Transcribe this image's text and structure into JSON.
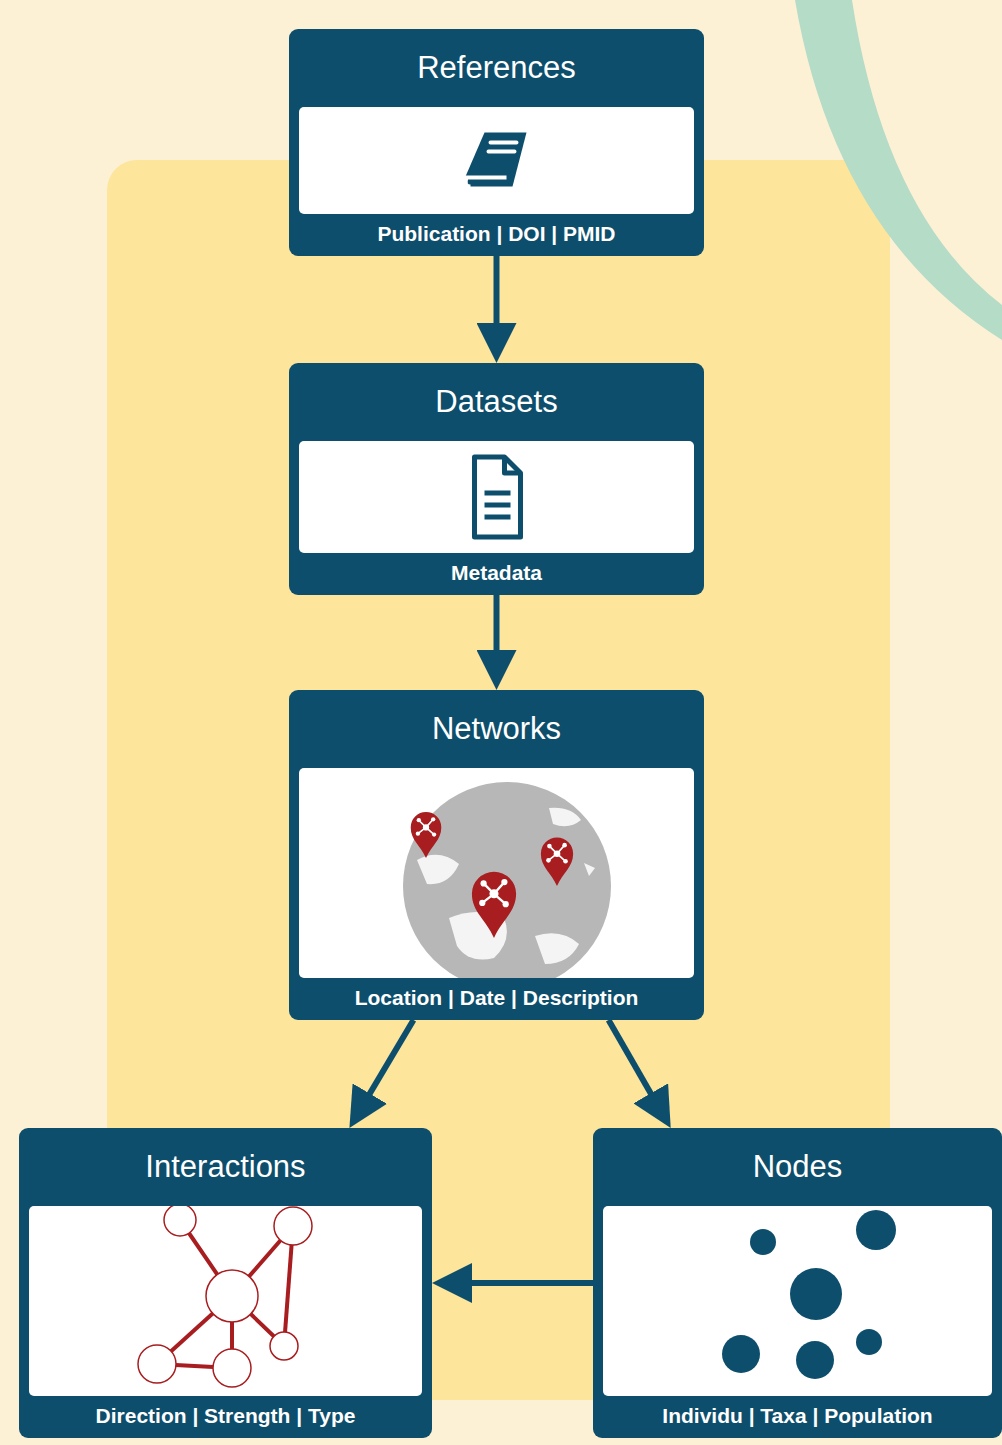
{
  "diagram": {
    "nodes": [
      {
        "text": [
          "References",
          "Publication | DOI | PMID"
        ]
      },
      {
        "text": [
          "Datasets",
          "Metadata"
        ]
      },
      {
        "text": [
          "Networks",
          "Location | Date | Description"
        ]
      },
      {
        "text": [
          "Interactions",
          "Direction | Strength | Type"
        ]
      },
      {
        "text": [
          "Nodes",
          "Individu | Taxa | Population"
        ]
      }
    ],
    "edges": [
      {
        "from": 0,
        "to": 1,
        "arrow": "to"
      },
      {
        "from": 1,
        "to": 2,
        "arrow": "to"
      },
      {
        "from": 2,
        "to": 3,
        "arrow": "to"
      },
      {
        "from": 2,
        "to": 4,
        "arrow": "to"
      },
      {
        "from": 4,
        "to": 3,
        "arrow": "to"
      }
    ]
  }
}
